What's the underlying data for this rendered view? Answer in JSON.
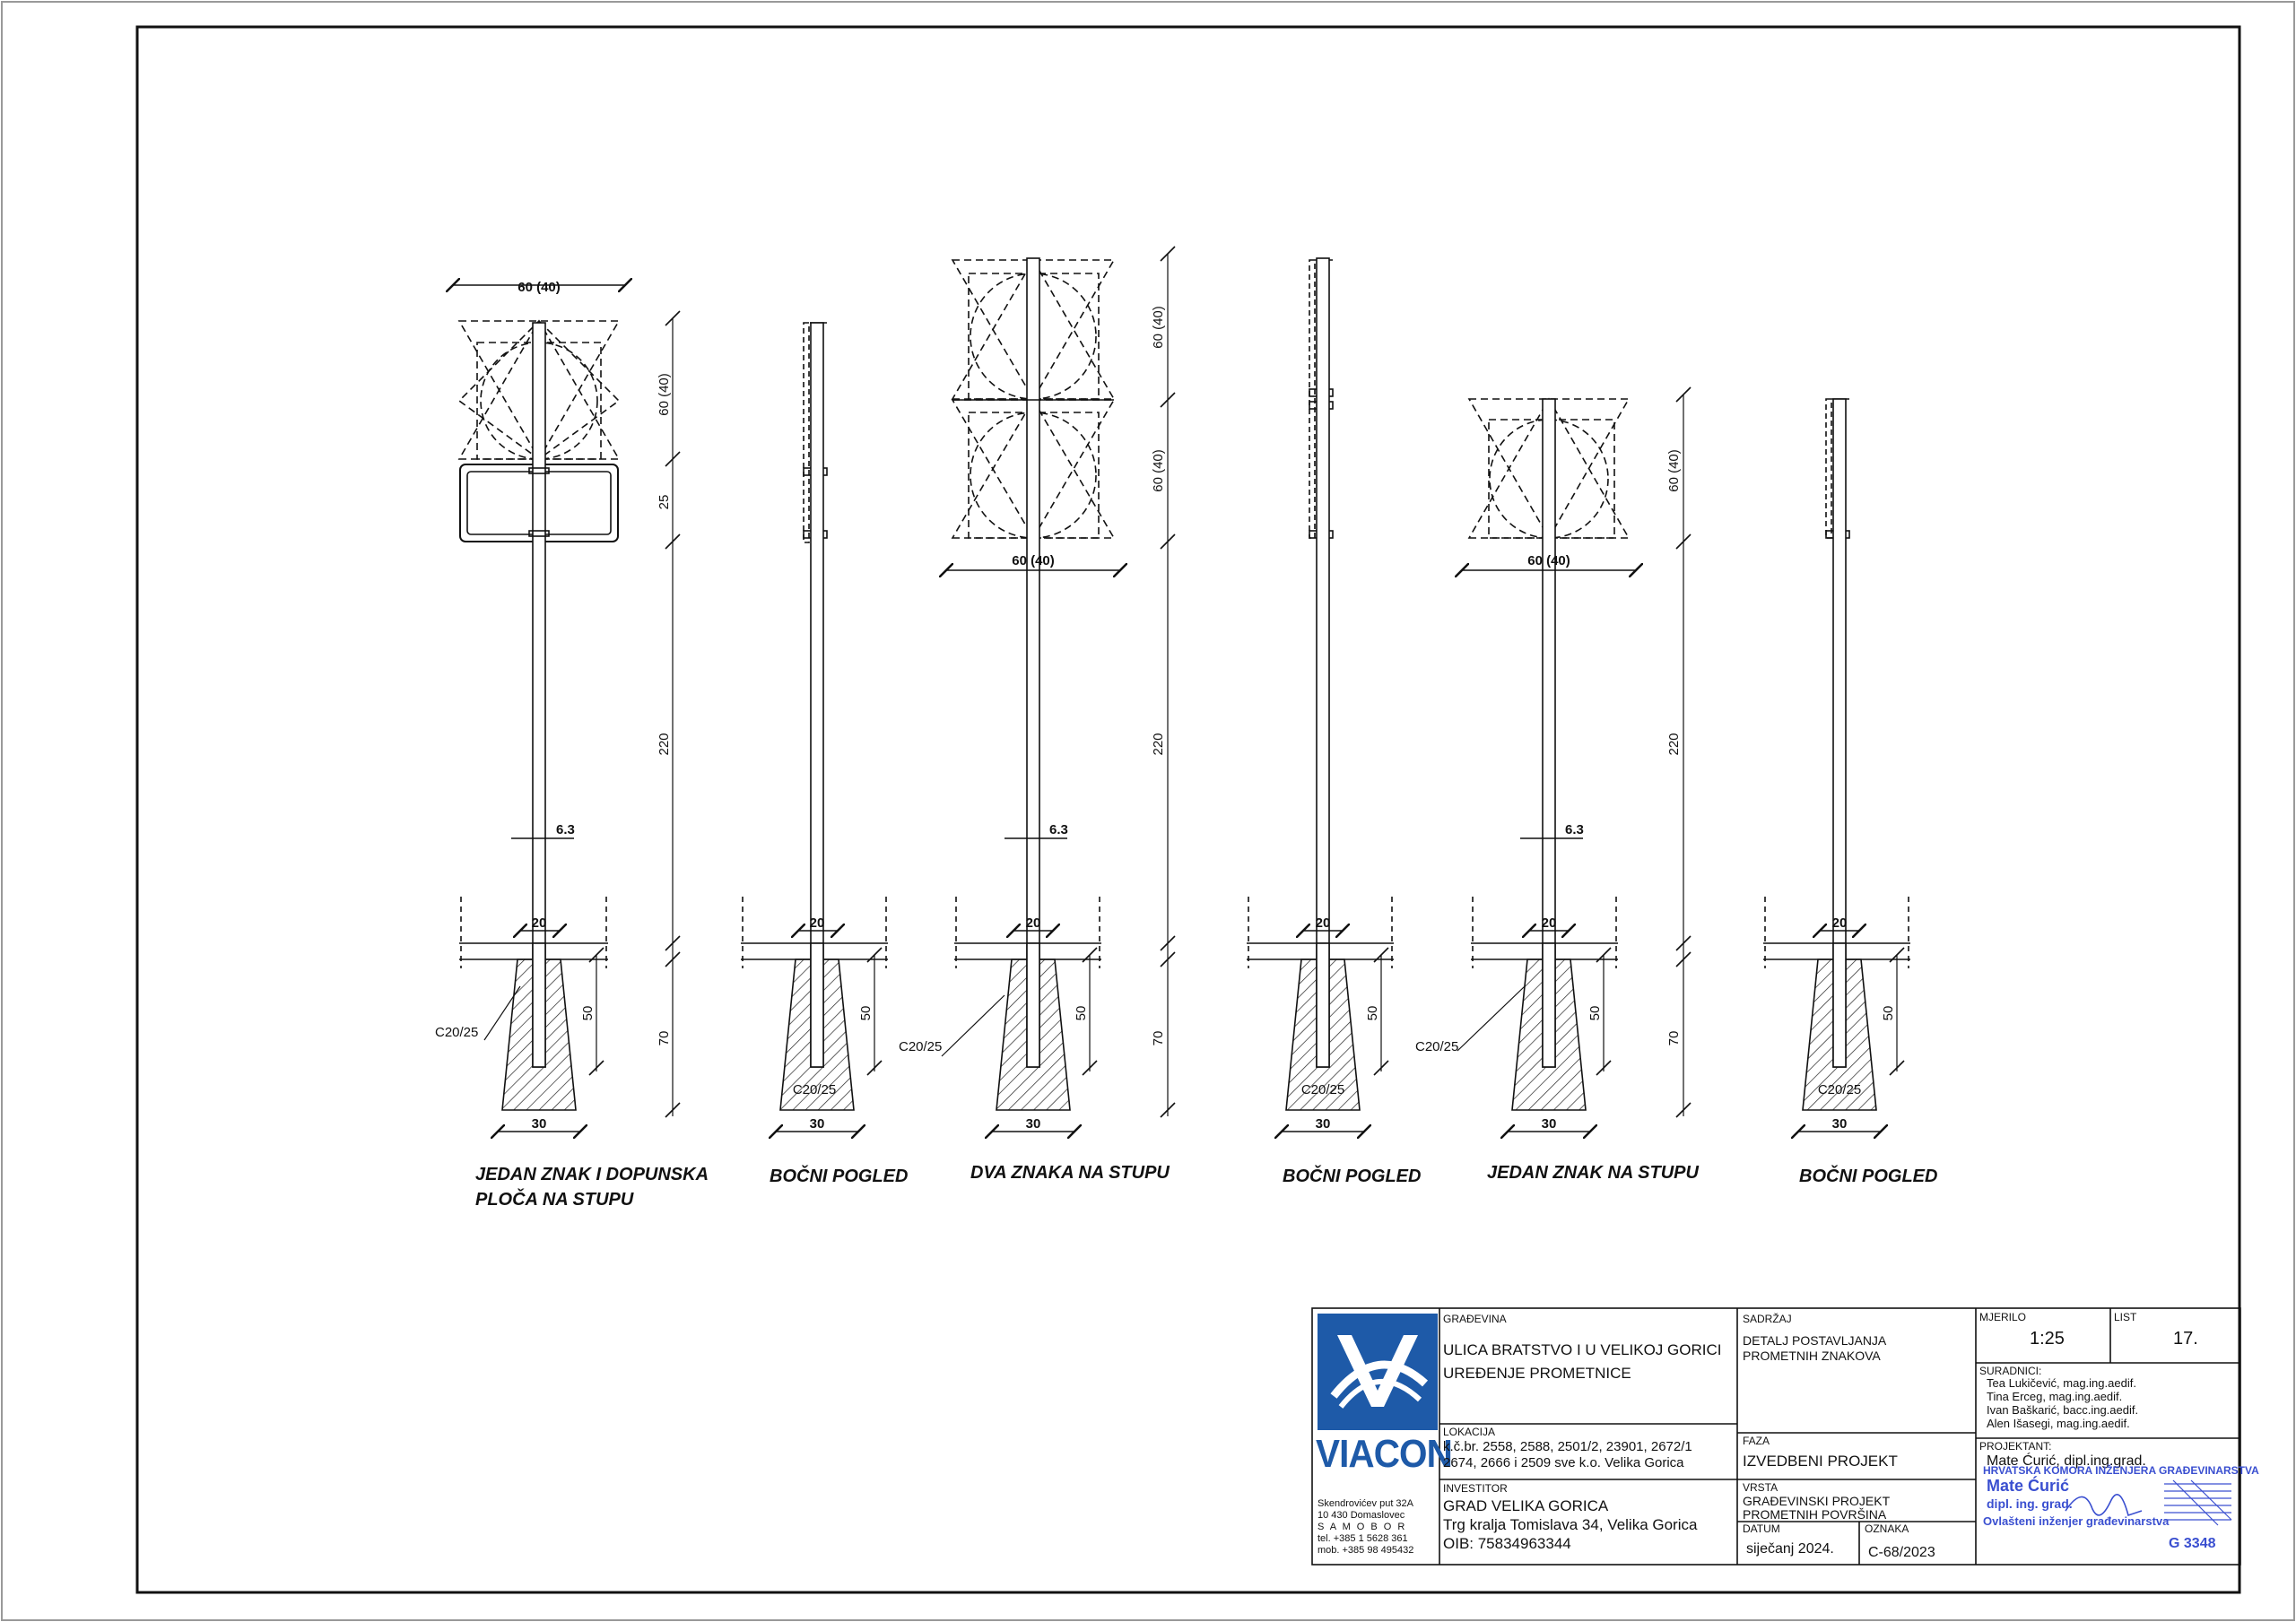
{
  "views": [
    {
      "title_line1": "JEDAN ZNAK I DOPUNSKA",
      "title_line2": "PLOČA NA STUPU"
    },
    {
      "title_line1": "BOČNI POGLED"
    },
    {
      "title_line1": "DVA ZNAKA NA STUPU"
    },
    {
      "title_line1": "BOČNI POGLED"
    },
    {
      "title_line1": "JEDAN ZNAK NA STUPU"
    },
    {
      "title_line1": "BOČNI POGLED"
    }
  ],
  "dimensions": {
    "sign_width": "60 (40)",
    "sign_height": "60 (40)",
    "plate_height": "25",
    "pole_height": "220",
    "pole_diameter": "6.3",
    "socket_width": "20",
    "foundation_depth": "70",
    "embed_depth": "50",
    "foundation_width": "30",
    "concrete": "C20/25"
  },
  "titleblock": {
    "company": "VIACON",
    "address_line1": "Skendrovićev put 32A",
    "address_line2": "10 430 Domaslovec",
    "address_line3": "S A M O B O R",
    "address_line4": "tel. +385 1 5628 361",
    "address_line5": "mob. +385 98 495432",
    "gradevina_label": "GRAĐEVINA",
    "gradevina_line1": "ULICA BRATSTVO I U VELIKOJ GORICI",
    "gradevina_line2": "UREĐENJE PROMETNICE",
    "lokacija_label": "LOKACIJA",
    "lokacija_line1": "k.č.br. 2558, 2588, 2501/2, 23901, 2672/1",
    "lokacija_line2": "2674, 2666 i 2509 sve k.o. Velika Gorica",
    "investitor_label": "INVESTITOR",
    "investitor_line1": "GRAD VELIKA GORICA",
    "investitor_line2": "Trg kralja Tomislava 34, Velika Gorica",
    "investitor_line3": "OIB: 75834963344",
    "sadrzaj_label": "SADRŽAJ",
    "sadrzaj_line1": "DETALJ POSTAVLJANJA",
    "sadrzaj_line2": "PROMETNIH ZNAKOVA",
    "faza_label": "FAZA",
    "faza_value": "IZVEDBENI PROJEKT",
    "vrsta_label": "VRSTA",
    "vrsta_line1": "GRAĐEVINSKI  PROJEKT",
    "vrsta_line2": "PROMETNIH POVRŠINA",
    "datum_label": "DATUM",
    "datum_value": "siječanj 2024.",
    "oznaka_label": "OZNAKA",
    "oznaka_value": "C-68/2023",
    "mjerilo_label": "MJERILO",
    "mjerilo_value": "1:25",
    "list_label": "LIST",
    "list_value": "17.",
    "suradnici_label": "SURADNICI:",
    "suradnici": [
      "Tea Lukičević, mag.ing.aedif.",
      "Tina Erceg, mag.ing.aedif.",
      "Ivan Baškarić, bacc.ing.aedif.",
      "Alen Išasegi, mag.ing.aedif."
    ],
    "projektant_label": "PROJEKTANT:",
    "projektant_value": "Mate Ćurić, dipl.ing.grad.",
    "stamp_line1": "HRVATSKA KOMORA INŽENJERA GRAĐEVINARSTVA",
    "stamp_line2": "Mate Ćurić",
    "stamp_line3": "dipl. ing. grad.",
    "stamp_line4": "Ovlašteni inženjer građevinarstva",
    "stamp_line5": "G 3348"
  }
}
